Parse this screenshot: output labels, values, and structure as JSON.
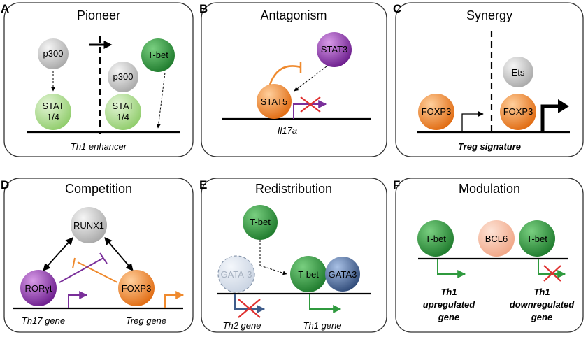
{
  "panels": {
    "A": {
      "letter": "A",
      "title": "Pioneer",
      "factors": {
        "p300_a": "p300",
        "stat_a1": "STAT",
        "stat_a2": "1/4",
        "p300_b": "p300",
        "stat_b1": "STAT",
        "stat_b2": "1/4",
        "tbet": "T-bet"
      },
      "gene": "Th1 enhancer"
    },
    "B": {
      "letter": "B",
      "title": "Antagonism",
      "factors": {
        "stat3": "STAT3",
        "stat5": "STAT5"
      },
      "gene": "Il17a"
    },
    "C": {
      "letter": "C",
      "title": "Synergy",
      "factors": {
        "foxp3_a": "FOXP3",
        "ets": "Ets",
        "foxp3_b": "FOXP3"
      },
      "gene": "Treg signature"
    },
    "D": {
      "letter": "D",
      "title": "Competition",
      "factors": {
        "runx1": "RUNX1",
        "rorgt": "RORγt",
        "foxp3": "FOXP3"
      },
      "gene_left": "Th17 gene",
      "gene_right": "Treg gene"
    },
    "E": {
      "letter": "E",
      "title": "Redistribution",
      "factors": {
        "tbet_top": "T-bet",
        "gata3_faded": "GATA-3",
        "tbet": "T-bet",
        "gata3": "GATA3"
      },
      "gene_left": "Th2 gene",
      "gene_right": "Th1 gene"
    },
    "F": {
      "letter": "F",
      "title": "Modulation",
      "factors": {
        "tbet_left": "T-bet",
        "bcl6": "BCL6",
        "tbet_right": "T-bet"
      },
      "gene_left": {
        "l1": "Th1",
        "l2": "upregulated",
        "l3": "gene"
      },
      "gene_right": {
        "l1": "Th1",
        "l2": "downregulated",
        "l3": "gene"
      }
    }
  },
  "colors": {
    "gray_node": "#bfbfbf",
    "light_green": "#a9d98b",
    "green": "#2f9a3e",
    "purple": "#8a2ea6",
    "orange": "#ef8a2e",
    "peach": "#f4b49a",
    "navy": "#3f5c8a",
    "red_cross": "#e0302f",
    "arrow_purple": "#7a2f9a"
  }
}
